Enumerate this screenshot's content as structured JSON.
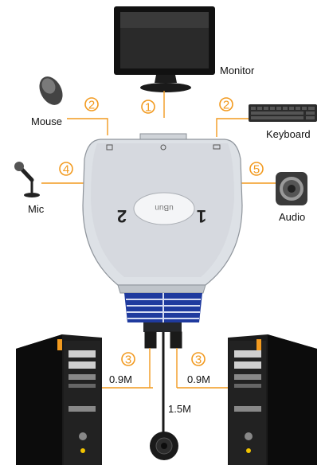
{
  "labels": {
    "monitor": "Monitor",
    "mouse": "Mouse",
    "keyboard": "Keyboard",
    "mic": "Mic",
    "audio": "Audio",
    "cable_left_length": "0.9M",
    "cable_right_length": "0.9M",
    "remote_cable_length": "1.5M"
  },
  "callouts": {
    "monitor_port": "1",
    "mouse_port": "2",
    "keyboard_port": "2",
    "mic_port": "4",
    "audio_port": "5",
    "cable_left": "3",
    "cable_right": "3"
  },
  "device": {
    "pc_left_label": "2",
    "pc_right_label": "1",
    "brand_text": "uBun"
  },
  "colors": {
    "accent_orange": "#f29a1f",
    "switch_body": "#d9dde3",
    "connector_blue": "#1f3a9e",
    "pc_tower": "#1a1a1a"
  },
  "icons": [
    "monitor-icon",
    "mouse-icon",
    "keyboard-icon",
    "microphone-icon",
    "speaker-icon",
    "pc-tower-icon",
    "kvm-switch-icon",
    "remote-button-icon"
  ]
}
